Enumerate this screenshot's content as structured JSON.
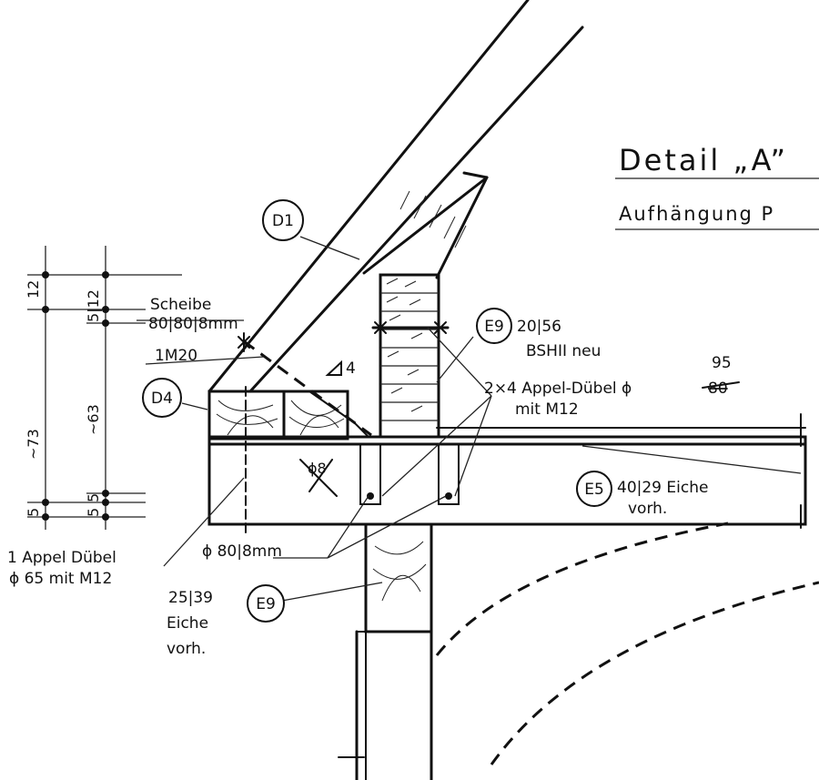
{
  "title": {
    "text": "Detail „A”",
    "subtitle": "Aufhängung  P"
  },
  "bubbles": [
    {
      "id": "d1",
      "label": "D1"
    },
    {
      "id": "d4",
      "label": "D4"
    },
    {
      "id": "e9a",
      "label": "E9"
    },
    {
      "id": "e5",
      "label": "E5"
    },
    {
      "id": "e9b",
      "label": "E9"
    }
  ],
  "annotations": {
    "scheibe": "Scheibe",
    "scheibe_size": "80|80|8mm",
    "bolt": "1M20",
    "weld": "4",
    "e9_size": "20|56",
    "e9_material": "BSHII  neu",
    "dowel_qty": "2×4 Appel-Dübel ϕ",
    "dowel_old_dia": "80",
    "dowel_new_dia": "95",
    "dowel_bolt": "mit M12",
    "e5_size": "40|29  Eiche",
    "e5_note": "vorh.",
    "phi8": "ϕ8",
    "washer": "ϕ 80|8mm",
    "single_dowel_1": "1 Appel  Dübel",
    "single_dowel_2": "ϕ 65 mit M12",
    "post_size": "25|39",
    "post_material": "Eiche",
    "post_note": "vorh."
  },
  "dimensions": {
    "left_outer": [
      "12",
      "~73",
      "5"
    ],
    "left_inner": [
      "5|12",
      "~63",
      "5",
      "5"
    ]
  }
}
